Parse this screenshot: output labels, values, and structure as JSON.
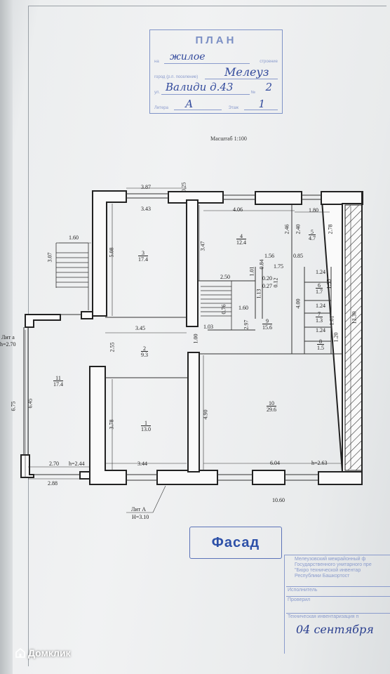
{
  "stamp": {
    "title": "ПЛАН",
    "label_na": "на",
    "label_stroenie": "строение",
    "label_gorod": "город (р.п. поселение)",
    "label_ul": "ул.",
    "label_no": "№",
    "label_litera": "Литера",
    "label_etazh": "Этаж",
    "value_type": "жилое",
    "value_city": "Мелеуз",
    "value_street": "Валиди д.43",
    "value_no": "2",
    "value_litera": "А",
    "value_floor": "1"
  },
  "scale_text": "Масштаб 1:100",
  "plan": {
    "dims": [
      "3.87",
      "0.25",
      "3.43",
      "4.06",
      "1.80",
      "2.46",
      "2.40",
      "2.78",
      "1.60",
      "3.07",
      "5.08",
      "3.47",
      "1.56",
      "0.85",
      "1.75",
      "2.50",
      "1.01",
      "0.84",
      "0.20",
      "0.27",
      "0.12",
      "1.13",
      "1.24",
      "1.35",
      "4.00",
      "1.24",
      "1.01",
      "1.24",
      "1.20",
      "13.30",
      "0.76",
      "1.60",
      "1.03",
      "2.97",
      "3.45",
      "1.00",
      "2.55",
      "6.75",
      "6.45",
      "3.78",
      "4.90",
      "2.70",
      "h=2.44",
      "2.88",
      "3.44",
      "6.04",
      "h=2.63",
      "10.60"
    ],
    "rooms": [
      {
        "no": "3",
        "area": "17.4"
      },
      {
        "no": "4",
        "area": "12.4"
      },
      {
        "no": "5",
        "area": "4.7"
      },
      {
        "no": "6",
        "area": "1.7"
      },
      {
        "no": "7",
        "area": "1.3"
      },
      {
        "no": "8",
        "area": "1.5"
      },
      {
        "no": "9",
        "area": "15.6"
      },
      {
        "no": "2",
        "area": "9.3"
      },
      {
        "no": "11",
        "area": "17.4"
      },
      {
        "no": "1",
        "area": "13.0"
      },
      {
        "no": "10",
        "area": "29.6"
      }
    ],
    "lit_a_left": "Лит а",
    "lit_a_left_h": "h=2.70",
    "lit_a_bottom": "Лит А",
    "lit_a_bottom_h": "H=3.10"
  },
  "fasad": "Фасад",
  "bti": {
    "org_lines": [
      "Мелеузовский межрайонный ф",
      "Государственного унитарного пре",
      "\"Бюро технической инвентар",
      "Республики Башкортост"
    ],
    "ispolnitel": "Исполнитель",
    "proveril": "Проверил",
    "tech_inv": "Техническая инвентаризация п",
    "date_hand": "04 сентября"
  },
  "watermark": "Домклик"
}
